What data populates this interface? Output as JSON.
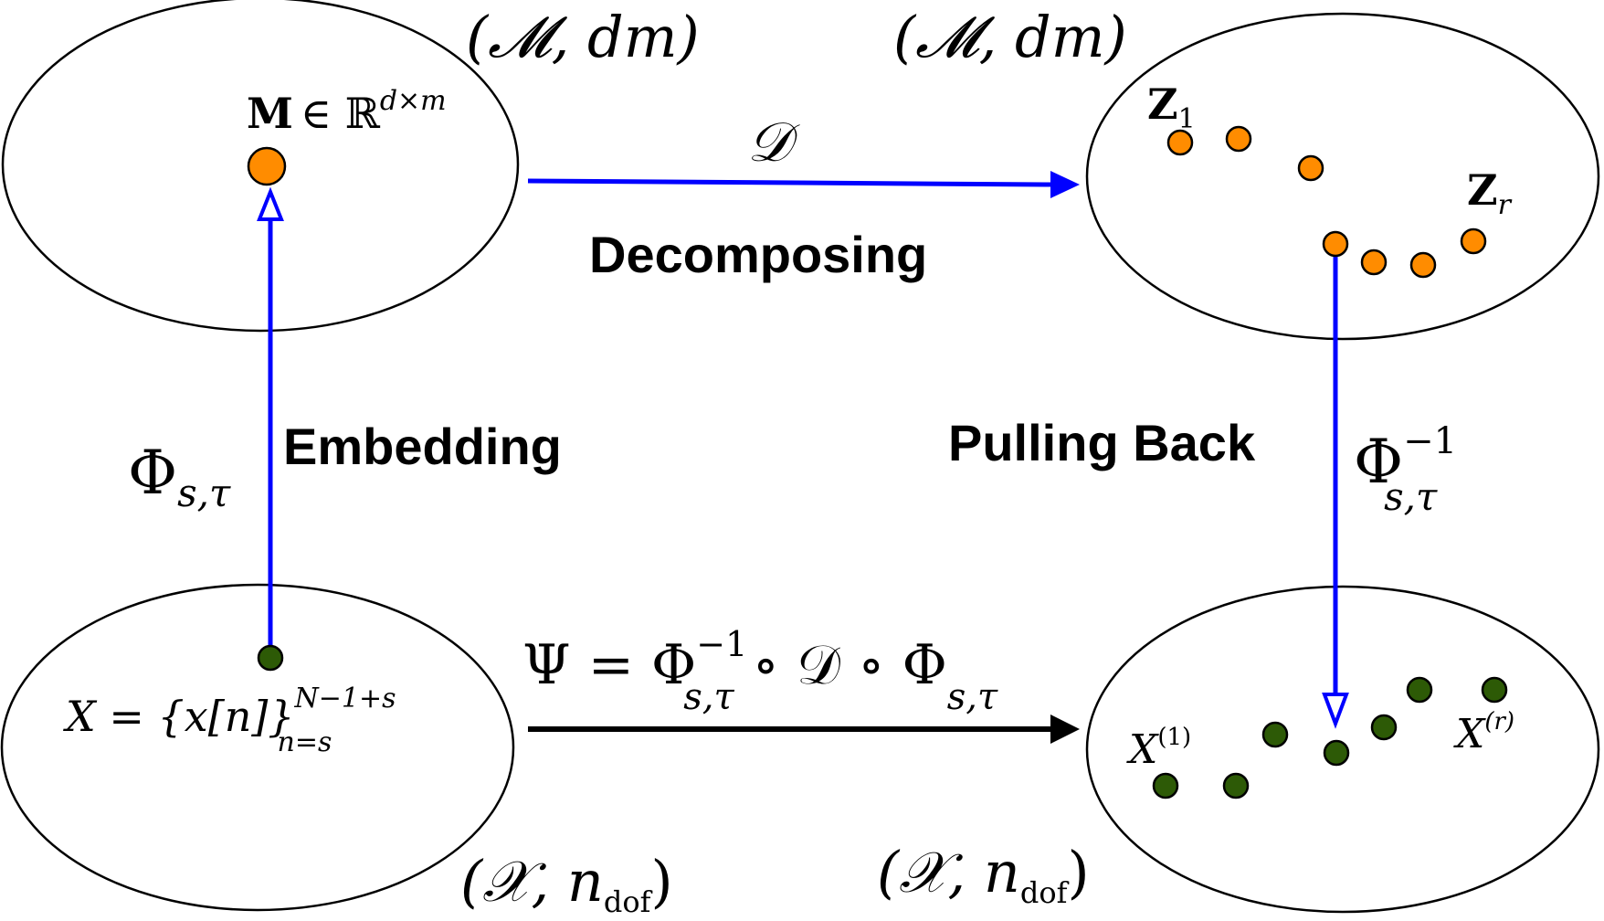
{
  "labels": {
    "decomposing": "Decomposing",
    "embedding": "Embedding",
    "pulling_back": "Pulling Back"
  },
  "math": {
    "space_m": "(𝓜, dm)",
    "space_x": "(𝒳, n",
    "dof": "dof",
    "close_paren": ")",
    "matrix_M": "M",
    "in_reals": "∈ ℝ",
    "d_times_m": "d×m",
    "D": "𝒟",
    "Z": "Z",
    "sub_1": "1",
    "sub_r": "r",
    "Phi": "Φ",
    "s_tau": "s,τ",
    "minus_one": "−1",
    "Psi_eq": "Ψ = Φ",
    "circ_D_circ_Phi": "∘ 𝒟 ∘ Φ",
    "X_set": "X = {x[n]}",
    "n_eq_s": "n=s",
    "N_minus": "N−1+s",
    "X": "X",
    "sup_1": "(1)",
    "sup_r": "(r)"
  },
  "colors": {
    "blue_arrow": "#0000ff",
    "black_arrow": "#000000",
    "orange_node": "#ff8c00",
    "green_node": "#2d5a06"
  }
}
